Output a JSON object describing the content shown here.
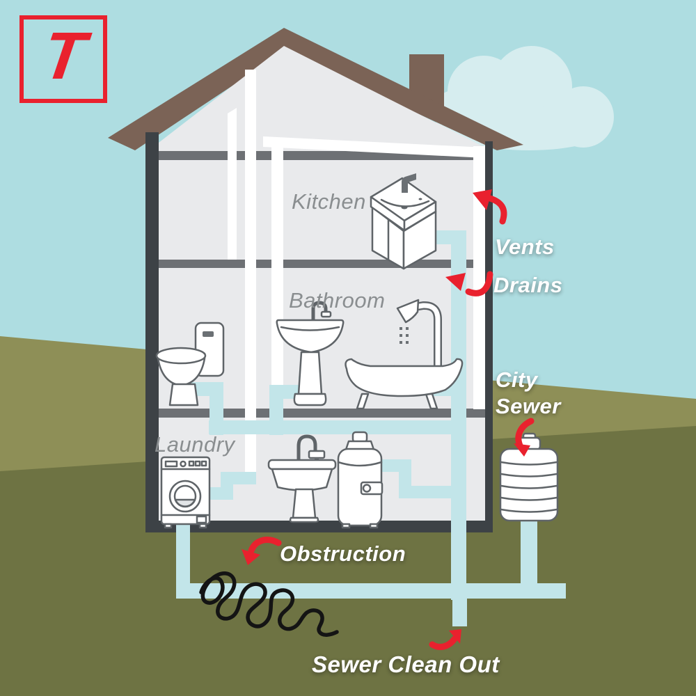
{
  "logo": {
    "letter": "T"
  },
  "rooms": {
    "kitchen": "Kitchen",
    "bathroom": "Bathroom",
    "laundry": "Laundry"
  },
  "callouts": {
    "vents": "Vents",
    "drains": "Drains",
    "city_sewer": "City Sewer",
    "obstruction": "Obstruction",
    "sewer_clean_out": "Sewer Clean Out"
  },
  "colors": {
    "sky": "#aedde1",
    "cloud": "#d6edef",
    "ground_light": "#8e8f57",
    "ground_dark": "#6e7343",
    "roof_brown": "#7b6356",
    "wall_dark": "#3d4246",
    "floor_slab": "#6d7074",
    "house_interior": "#e9eaec",
    "vent_pipe_white": "#ffffff",
    "drain_pipe_blue": "#c2e5e9",
    "arrow_red": "#e9212e",
    "room_label_gray": "#8a8e90",
    "callout_label_white": "#ffffff",
    "obstruction_black": "#141414"
  },
  "icons": {
    "logo": "t-square-logo",
    "fixtures": [
      "kitchen-sink-cabinet",
      "toilet",
      "pedestal-sink",
      "clawfoot-bathtub",
      "shower-head",
      "washing-machine",
      "utility-sink",
      "water-heater",
      "city-sewer-access",
      "clog-squiggle"
    ],
    "arrows": [
      "vents-arrow",
      "drains-arrow",
      "city-sewer-arrow",
      "obstruction-arrow",
      "sewer-clean-out-arrow"
    ]
  }
}
